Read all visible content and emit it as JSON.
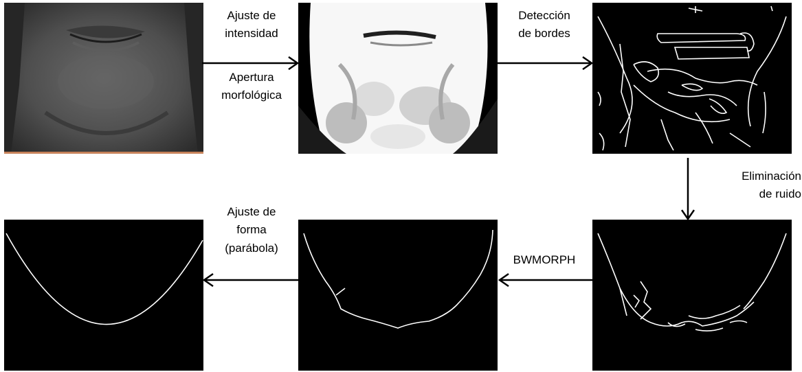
{
  "labels": {
    "intensity_line1": "Ajuste de",
    "intensity_line2": "intensidad",
    "opening_line1": "Apertura",
    "opening_line2": "morfológica",
    "edges_line1": "Detección",
    "edges_line2": "de bordes",
    "noise_line1": "Eliminación",
    "noise_line2": "de ruido",
    "bwmorph": "BWMORPH",
    "fit_line1": "Ajuste de",
    "fit_line2": "forma",
    "fit_line3": "(parábola)"
  },
  "colors": {
    "background": "#ffffff",
    "panel_dark": "#000000",
    "edge_line": "#ffffff",
    "arrow": "#000000"
  },
  "steps": [
    "grayscale-face",
    "intensity-adjusted-face",
    "edge-map",
    "denoised-edge-map",
    "bwmorph-skeleton",
    "parabola-fit"
  ]
}
